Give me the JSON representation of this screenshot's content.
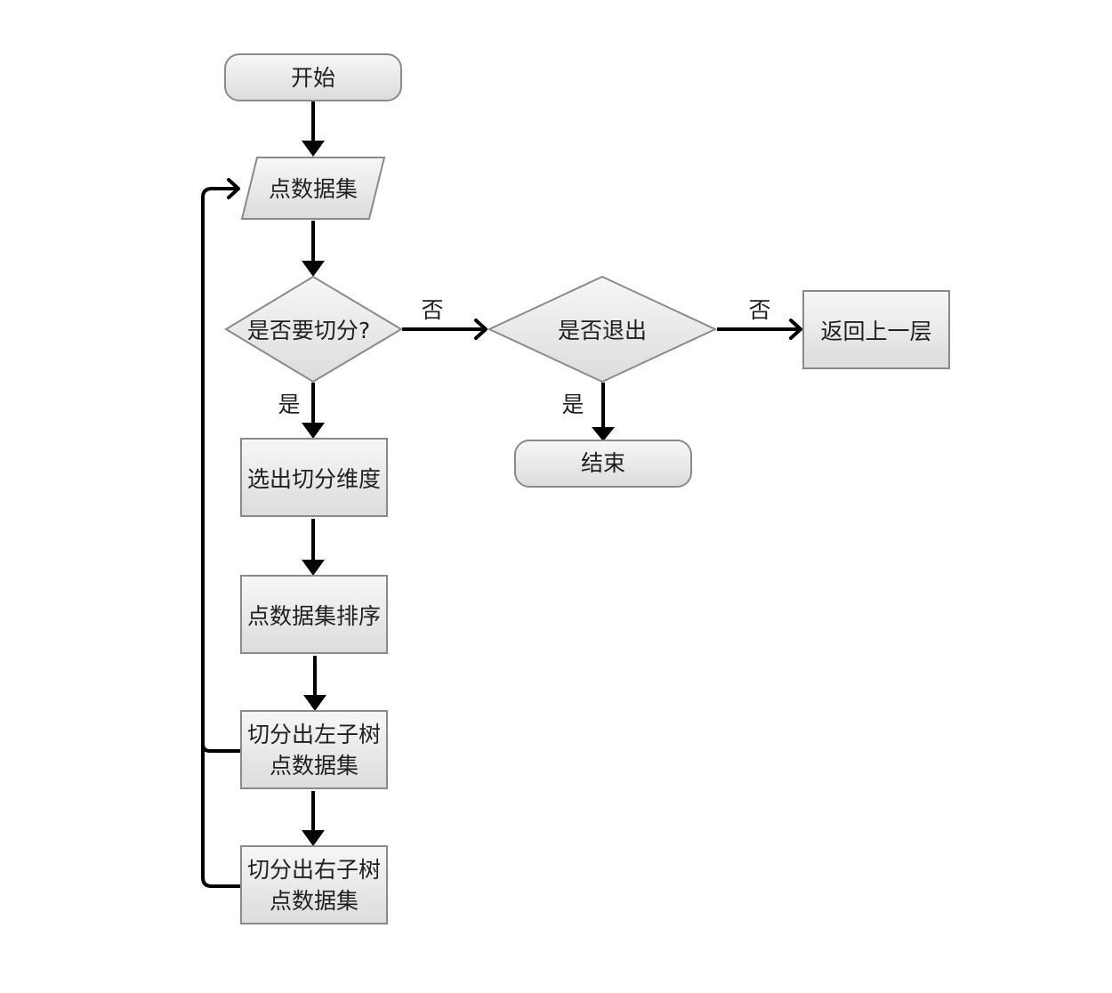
{
  "nodes": {
    "start": "开始",
    "dataset": "点数据集",
    "need_split": "是否要切分?",
    "exit_check": "是否退出",
    "return_up": "返回上一层",
    "end": "结束",
    "select_dim": "选出切分维度",
    "sort_dataset": "点数据集排序",
    "left_subtree": [
      "切分出左子树",
      "点数据集"
    ],
    "right_subtree": [
      "切分出右子树",
      "点数据集"
    ]
  },
  "edge_labels": {
    "no_to_exit": "否",
    "no_to_return": "否",
    "yes_to_select": "是",
    "yes_to_end": "是"
  },
  "colors": {
    "node_fill_top": "#f7f7f7",
    "node_fill_bottom": "#dcdcdc",
    "node_stroke": "#8a8a8a",
    "edge": "#000000"
  }
}
